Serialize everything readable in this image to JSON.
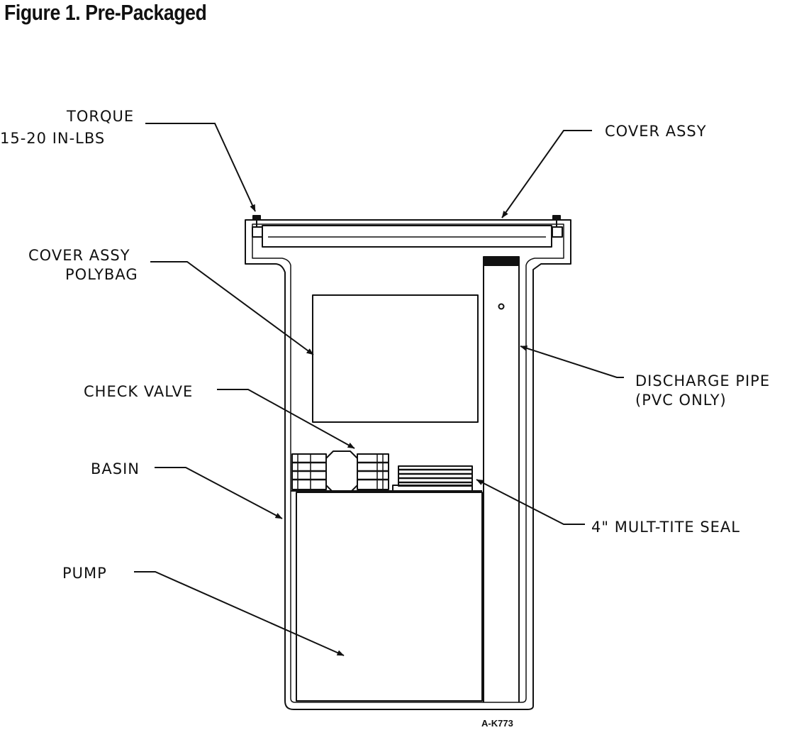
{
  "title": "Figure 1. Pre-Packaged",
  "labels": {
    "torque_line1": "TORQUE",
    "torque_line2": "15-20 IN-LBS",
    "cover_assy": "COVER ASSY",
    "polybag_line1": "COVER ASSY",
    "polybag_line2": "POLYBAG",
    "check_valve": "CHECK VALVE",
    "basin": "BASIN",
    "pump": "PUMP",
    "discharge_line1": "DISCHARGE PIPE",
    "discharge_line2": "(PVC ONLY)",
    "seal": "4\" MULT-TITE SEAL"
  },
  "drawing_code": "A-K773"
}
